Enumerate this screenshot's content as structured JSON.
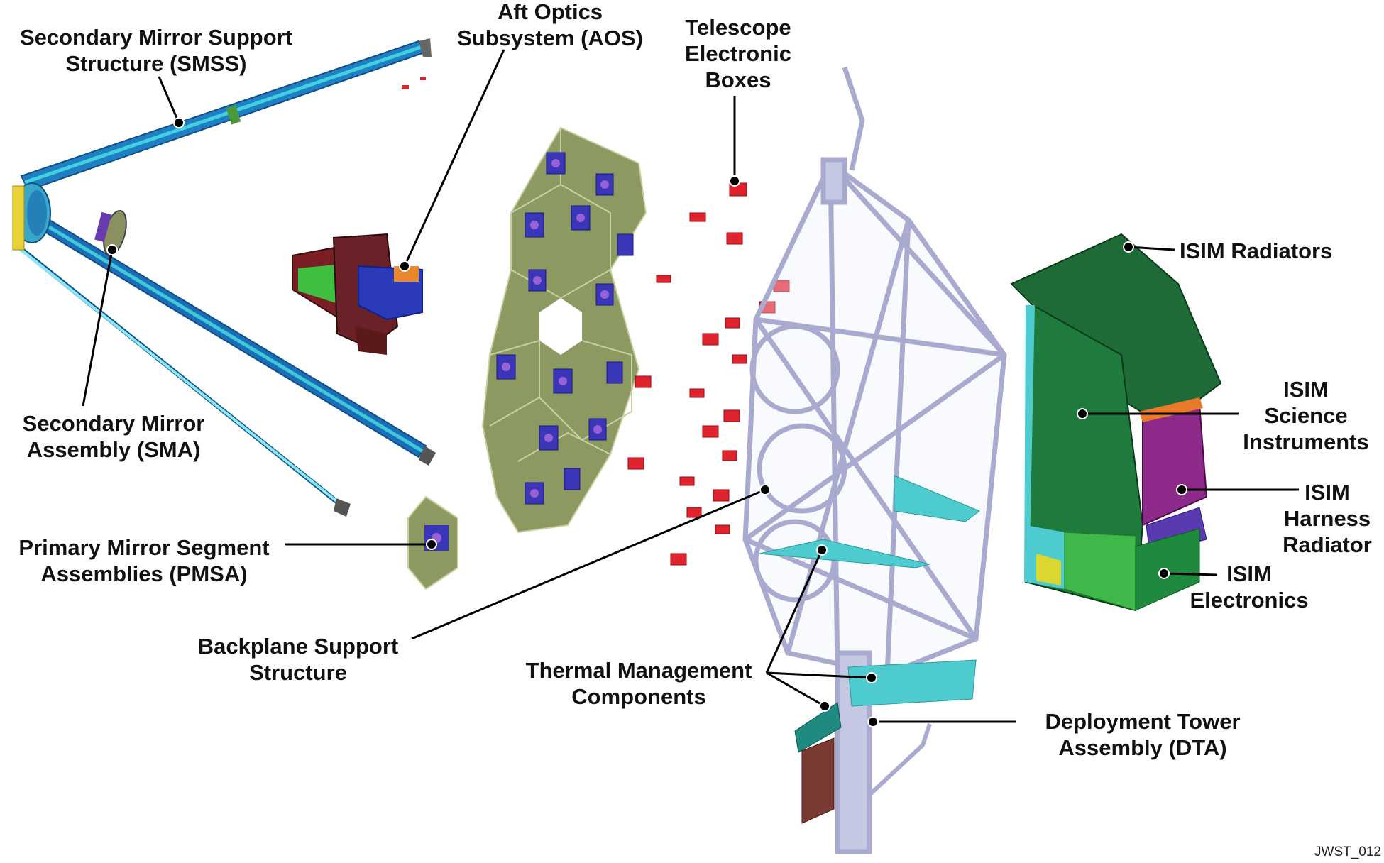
{
  "labels": {
    "smss": [
      "Secondary Mirror Support",
      "Structure (SMSS)"
    ],
    "aos": [
      "Aft Optics",
      "Subsystem (AOS)"
    ],
    "teb": [
      "Telescope",
      "Electronic",
      "Boxes"
    ],
    "isim_radiators": [
      "ISIM Radiators"
    ],
    "isim_science": [
      "ISIM",
      "Science",
      "Instruments"
    ],
    "isim_harness": [
      "ISIM",
      "Harness",
      "Radiator"
    ],
    "isim_electronics": [
      "ISIM",
      "Electronics"
    ],
    "sma": [
      "Secondary Mirror",
      "Assembly (SMA)"
    ],
    "pmsa": [
      "Primary Mirror Segment",
      "Assemblies (PMSA)"
    ],
    "bss": [
      "Backplane Support",
      "Structure"
    ],
    "thermal": [
      "Thermal Management",
      "Components"
    ],
    "dta": [
      "Deployment Tower",
      "Assembly (DTA)"
    ]
  },
  "reference": "JWST_012",
  "colors": {
    "strut": "#2aa0c8",
    "mirror_segment": "#8c9a62",
    "actuator": "#4a3ec0",
    "electronics_box": "#e0242e",
    "backplane": "#c5c8e2",
    "isim_radiator": "#1f6b38",
    "isim_science": "#8e2a8a",
    "thermal_panel": "#4ecbcf",
    "isim_electronics": "#3fb84a",
    "tower_panel": "#7a3a34"
  }
}
